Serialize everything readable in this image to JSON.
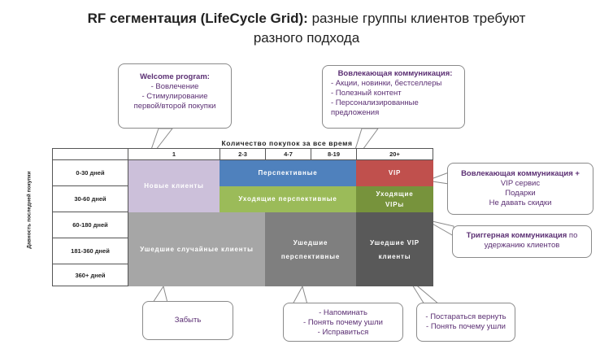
{
  "title": {
    "bold": "RF сегментация (LifeCycle Grid):",
    "line1_rest": " разные группы клиентов требуют",
    "line2": "разного подхода"
  },
  "grid": {
    "x_axis_title": "Количество покупок за все время",
    "y_axis_title": "Давность последней покупки",
    "columns": [
      "1",
      "2-3",
      "4-7",
      "8-19",
      "20+"
    ],
    "rows": [
      "0-30 дней",
      "30-60 дней",
      "60-180 дней",
      "181-360 дней",
      "360+ дней"
    ]
  },
  "segments": {
    "new": "Новые клиенты",
    "prospective": "Перспективные",
    "vip": "VIP",
    "leaving_prospective": "Уходящие перспективные",
    "leaving_vip_line1": "Уходящие",
    "leaving_vip_line2": "VIPы",
    "gone_random": "Ушедшие случайные клиенты",
    "gone_prospective_line1": "Ушедшие",
    "gone_prospective_line2": "перспективные",
    "gone_vip_line1": "Ушедшие VIP",
    "gone_vip_line2": "клиенты"
  },
  "colors": {
    "new": "#ccc0da",
    "prospective": "#4f81bd",
    "vip": "#c0504d",
    "leaving": "#9bbb59",
    "leaving_vip": "#77933c",
    "gone_random": "#a6a6a6",
    "gone_prospective": "#7f7f7f",
    "gone_vip": "#595959",
    "callout_text": "#5b2f73"
  },
  "callouts": {
    "welcome": {
      "title": "Welcome program:",
      "lines": [
        "- Вовлечение",
        "- Стимулирование",
        "первой/второй покупки"
      ]
    },
    "engage": {
      "title": "Вовлекающая коммуникация:",
      "lines": [
        "- Акции, новинки, бестселлеры",
        "- Полезный контент",
        "- Персонализированные",
        "предложения"
      ]
    },
    "vip": {
      "title": "Вовлекающая коммуникация +",
      "lines": [
        "VIP сервис",
        "Подарки",
        "Не давать скидки"
      ]
    },
    "trigger": {
      "title": "Триггерная коммуникация",
      "title_rest": " по",
      "line2": "удержанию клиентов"
    },
    "forget": {
      "text": "Забыть"
    },
    "remind": {
      "lines": [
        "- Напоминать",
        "- Понять почему ушли",
        "- Исправиться"
      ]
    },
    "return": {
      "lines": [
        "- Постараться вернуть",
        "- Понять почему ушли"
      ]
    }
  }
}
